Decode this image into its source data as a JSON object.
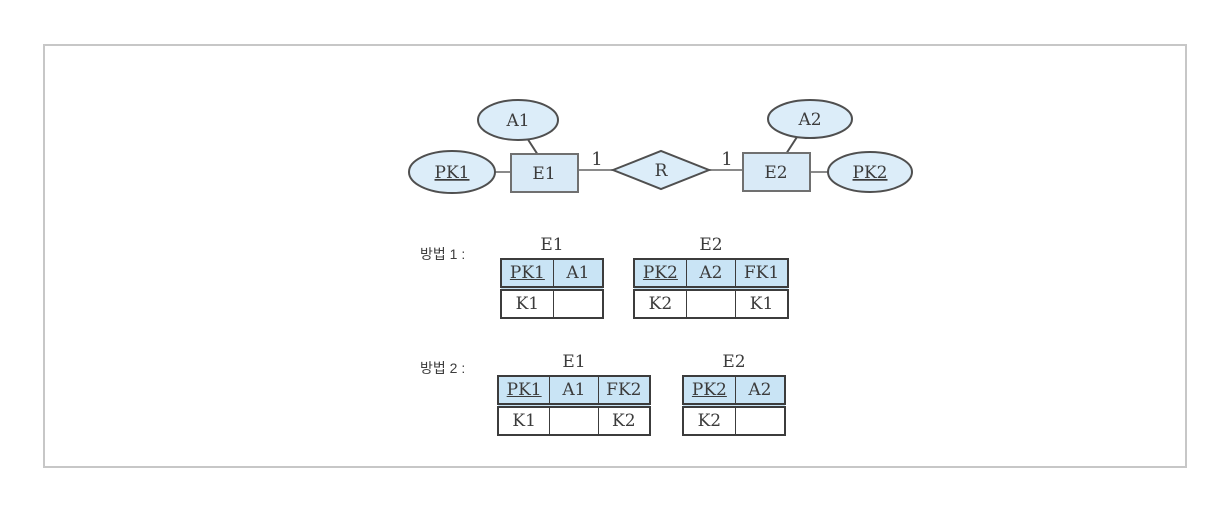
{
  "colors": {
    "shape_fill": "#dcedf9",
    "entity_fill": "#d9eaf7",
    "table_header_fill": "#c9e4f5",
    "shape_border": "#4f4f4f",
    "entity_border": "#707070",
    "table_border": "#3c3c3c",
    "connector": "#8a8a8a",
    "frame_border": "#c7c7c7",
    "text": "#3b3b3b"
  },
  "er": {
    "attribute1": "A1",
    "attribute2": "A2",
    "key1": "PK1",
    "key2": "PK2",
    "entity1": "E1",
    "entity2": "E2",
    "relationship": "R",
    "cardinality_left": "1",
    "cardinality_right": "1"
  },
  "methods": [
    {
      "label": "방법 1 :",
      "tables": [
        {
          "title": "E1",
          "columns": [
            "PK1",
            "A1"
          ],
          "row": [
            "K1",
            ""
          ]
        },
        {
          "title": "E2",
          "columns": [
            "PK2",
            "A2",
            "FK1"
          ],
          "row": [
            "K2",
            "",
            "K1"
          ]
        }
      ]
    },
    {
      "label": "방법 2 :",
      "tables": [
        {
          "title": "E1",
          "columns": [
            "PK1",
            "A1",
            "FK2"
          ],
          "row": [
            "K1",
            "",
            "K2"
          ]
        },
        {
          "title": "E2",
          "columns": [
            "PK2",
            "A2"
          ],
          "row": [
            "K2",
            ""
          ]
        }
      ]
    }
  ]
}
